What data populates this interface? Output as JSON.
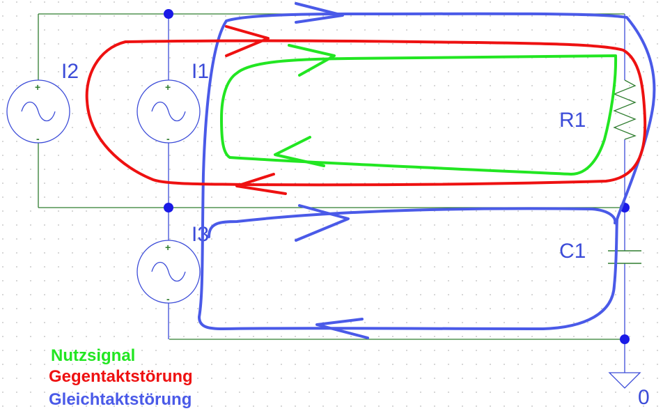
{
  "colors": {
    "wire": "#2f7d2f",
    "component_blue": "#3b4bd8",
    "junction": "#1a1ae6",
    "nutzsignal": "#22e622",
    "gegentakt": "#ee1111",
    "gleichtakt": "#4a5ae8",
    "grid_dot": "#b8b8b8"
  },
  "components": {
    "i1": {
      "label": "I1",
      "plus": "+",
      "minus": "-"
    },
    "i2": {
      "label": "I2",
      "plus": "+",
      "minus": "-"
    },
    "i3": {
      "label": "I3",
      "plus": "+",
      "minus": "-"
    },
    "r1": {
      "label": "R1"
    },
    "c1": {
      "label": "C1"
    },
    "ground": {
      "label": "0"
    }
  },
  "legend": {
    "nutzsignal": "Nutzsignal",
    "gegentakt": "Gegentaktstörung",
    "gleichtakt": "Gleichtaktstörung"
  }
}
